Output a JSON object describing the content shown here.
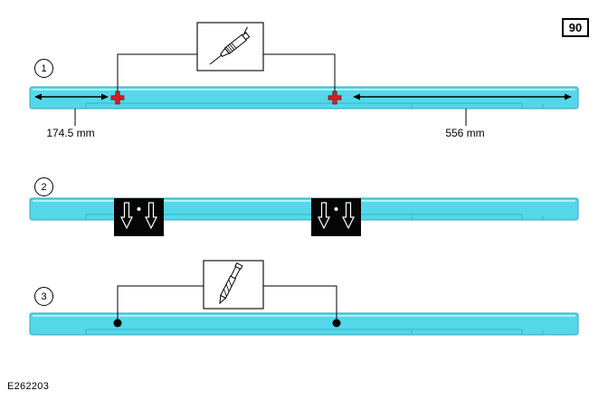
{
  "page_number": "90",
  "figure_id": "E262203",
  "steps": [
    {
      "number": "1"
    },
    {
      "number": "2"
    },
    {
      "number": "3"
    }
  ],
  "measurements": {
    "left": "174.5 mm",
    "right": "556 mm"
  },
  "colors": {
    "beam": "#54d8e9",
    "beam_edge": "#2aa7bf",
    "marker_red": "#cf2027",
    "ink": "#000000"
  },
  "icons": {
    "step1_tool": "scriber-tool-icon",
    "step2_symbol": "press-direction-arrows",
    "step3_tool": "drill-bit-icon"
  }
}
